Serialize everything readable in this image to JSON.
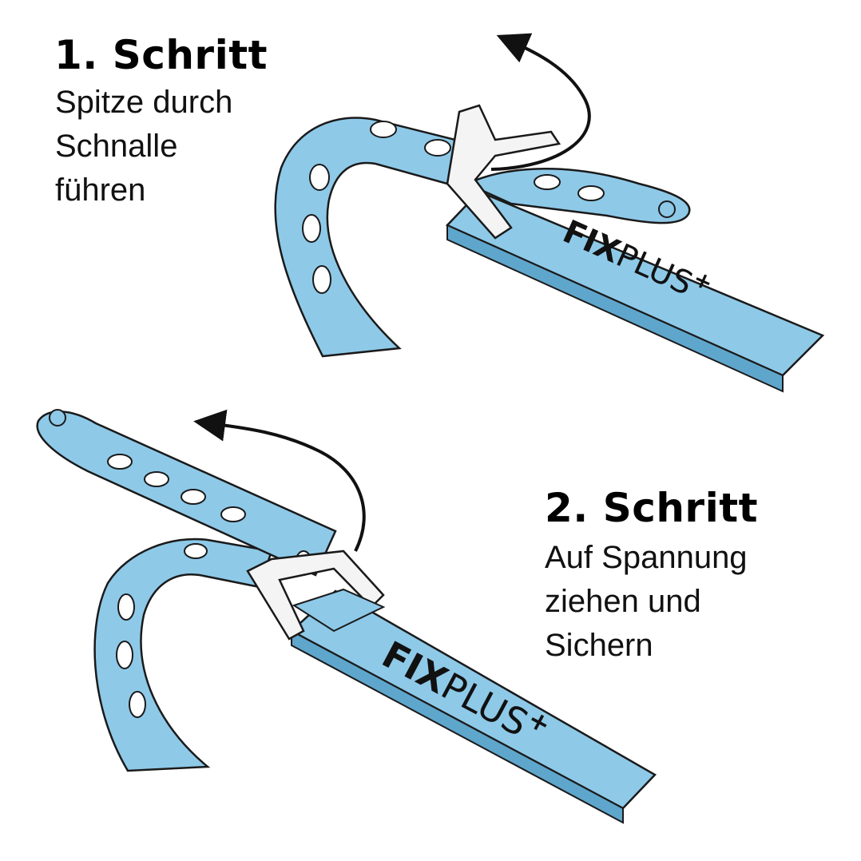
{
  "steps": [
    {
      "title": "1. Schritt",
      "description_lines": [
        "Spitze durch",
        "Schnalle",
        "führen"
      ]
    },
    {
      "title": "2. Schritt",
      "description_lines": [
        "Auf Spannung",
        "ziehen und",
        "Sichern"
      ]
    }
  ],
  "brand": {
    "text_bold": "FIX",
    "text_light": "PLUS",
    "suffix": "+"
  },
  "colors": {
    "strap": "#8ec9e8",
    "strap_dark": "#5fa6cc",
    "outline": "#1a1a1a",
    "buckle": "#f4f4f4",
    "arrow": "#111111"
  }
}
